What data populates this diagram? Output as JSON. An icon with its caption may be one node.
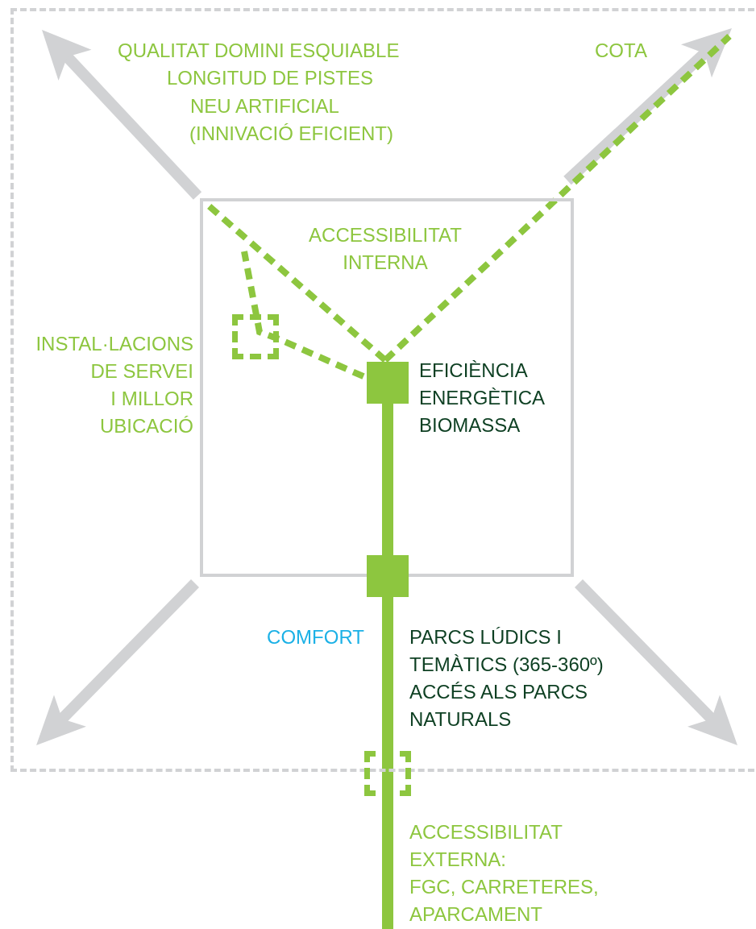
{
  "diagram": {
    "nodes": [
      {
        "text": [],
        "shape": "box"
      },
      {
        "text": [],
        "shape": "box",
        "in": 0
      },
      {
        "text": [],
        "shape": "box",
        "in": 1
      },
      {
        "text": [],
        "shape": "box",
        "in": 1,
        "beside": [
          "EFICIÈNCIA ENERGÈTICA BIOMASSA"
        ]
      },
      {
        "text": [],
        "shape": "box",
        "in": 0,
        "beside": [
          "COMFORT",
          "PARCS LÚDICS I TEMÀTICS (365-360º)",
          "ACCÉS ALS PARCS NATURALS"
        ]
      },
      {
        "text": [],
        "shape": "box"
      }
    ],
    "edges": [
      {
        "from": 1,
        "to": null,
        "arrow": "to",
        "color": "#d1d2d4"
      },
      {
        "from": 1,
        "to": null,
        "arrow": "to",
        "color": "#d1d2d4"
      },
      {
        "from": 1,
        "to": null,
        "arrow": "to",
        "color": "#d1d2d4"
      },
      {
        "from": 1,
        "to": null,
        "arrow": "to",
        "color": "#d1d2d4"
      },
      {
        "from": 3,
        "to": null,
        "arrow": "none",
        "style": "dashed"
      },
      {
        "from": 3,
        "to": null,
        "arrow": "none",
        "style": "dashed"
      },
      {
        "from": 3,
        "to": 2,
        "arrow": "none",
        "style": "dashed"
      },
      {
        "from": 2,
        "to": null,
        "arrow": "none",
        "style": "dashed"
      },
      {
        "from": 3,
        "to": 4,
        "arrow": "none"
      },
      {
        "from": 4,
        "to": 5,
        "arrow": "none"
      },
      {
        "from": 5,
        "to": null,
        "arrow": "none"
      }
    ],
    "labels": [
      "QUALITAT DOMINI ESQUIABLE",
      "LONGITUD DE PISTES",
      "NEU ARTIFICIAL",
      "(INNIVACIÓ EFICIENT)",
      "COTA",
      "ACCESSIBILITAT INTERNA",
      "INSTAL·LACIONS DE SERVEI",
      "I MILLOR UBICACIÓ",
      "ACCESSIBILITAT EXTERNA:",
      "FGC, CARRETERES, APARCAMENT"
    ]
  }
}
